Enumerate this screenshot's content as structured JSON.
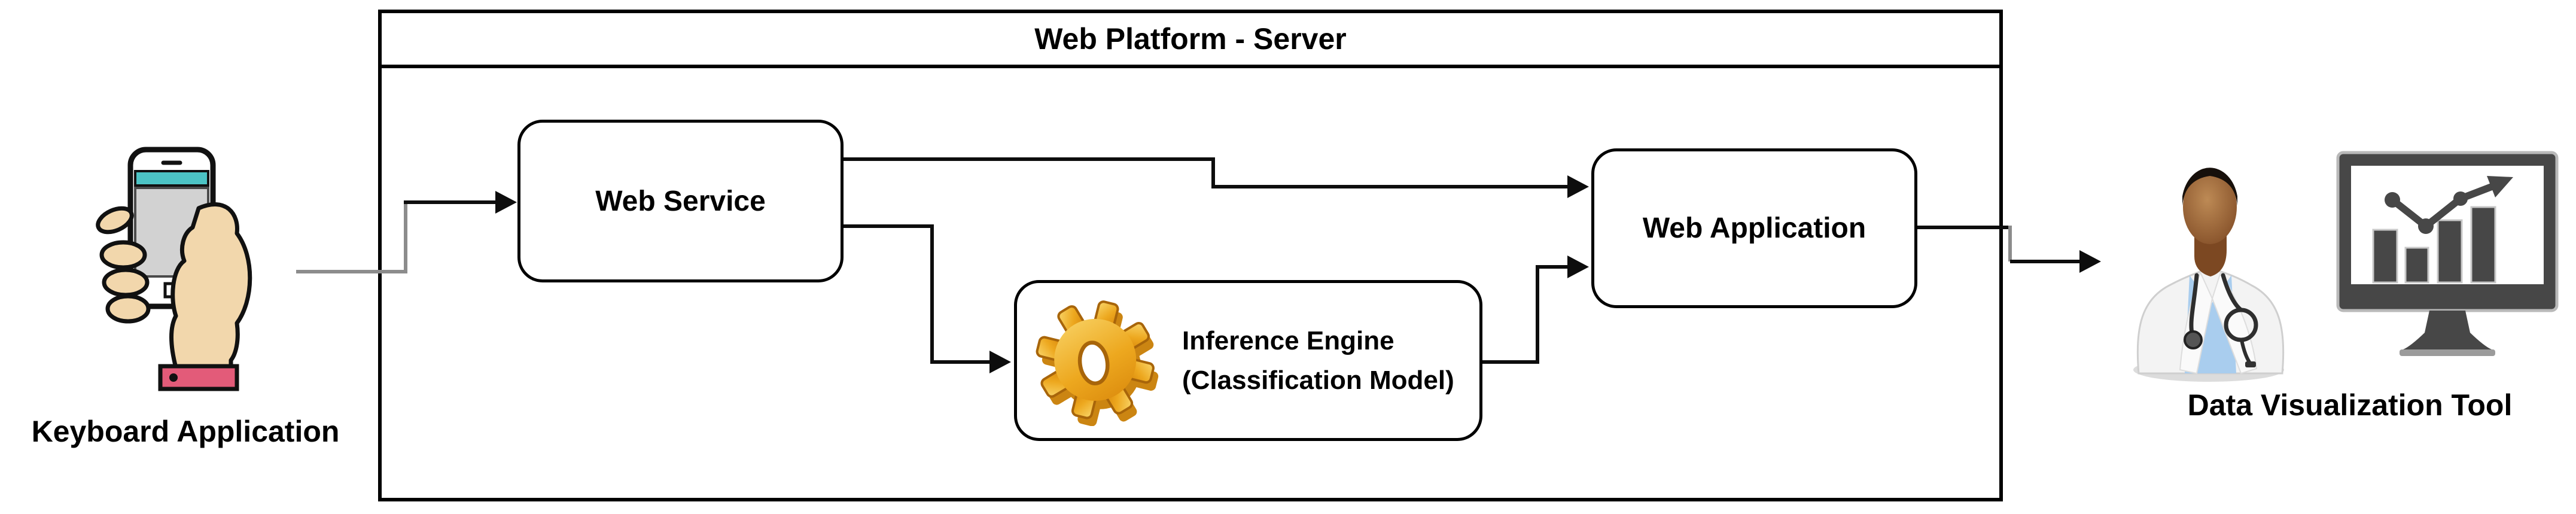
{
  "server_group": {
    "title": "Web Platform - Server"
  },
  "nodes": {
    "web_service": {
      "label": "Web Service"
    },
    "inference_engine": {
      "line1": "Inference Engine",
      "line2": "(Classification Model)"
    },
    "web_application": {
      "label": "Web Application"
    }
  },
  "external": {
    "keyboard_application": {
      "caption": "Keyboard Application",
      "icon": "hand-holding-smartphone-icon"
    },
    "data_visualization": {
      "caption": "Data Visualization Tool",
      "icons": [
        "doctor-icon",
        "monitor-bar-chart-icon"
      ]
    }
  },
  "icons": {
    "inference_engine": "gear-icon"
  },
  "colors": {
    "page_bg": "#ffffff",
    "outline": "#000000",
    "text": "#000000",
    "connector_black": "#0d0d0d",
    "connector_gray": "#8c8c8c",
    "phone_teal": "#4cc3c4",
    "phone_screen": "#d2d2d2",
    "hand_skin": "#f2d7ac",
    "cuff_pink": "#e35b79",
    "gear_gold": "#eda81f",
    "gear_gold_dark": "#c97f06",
    "monitor_dark": "#474747",
    "monitor_edge": "#b9b9b9",
    "doctor_skin": "#a06a3c",
    "doctor_hair": "#17100b",
    "doctor_coat": "#f3f3f3",
    "doctor_shirt": "#a9cdee",
    "shadow": "#dcdcdc"
  }
}
